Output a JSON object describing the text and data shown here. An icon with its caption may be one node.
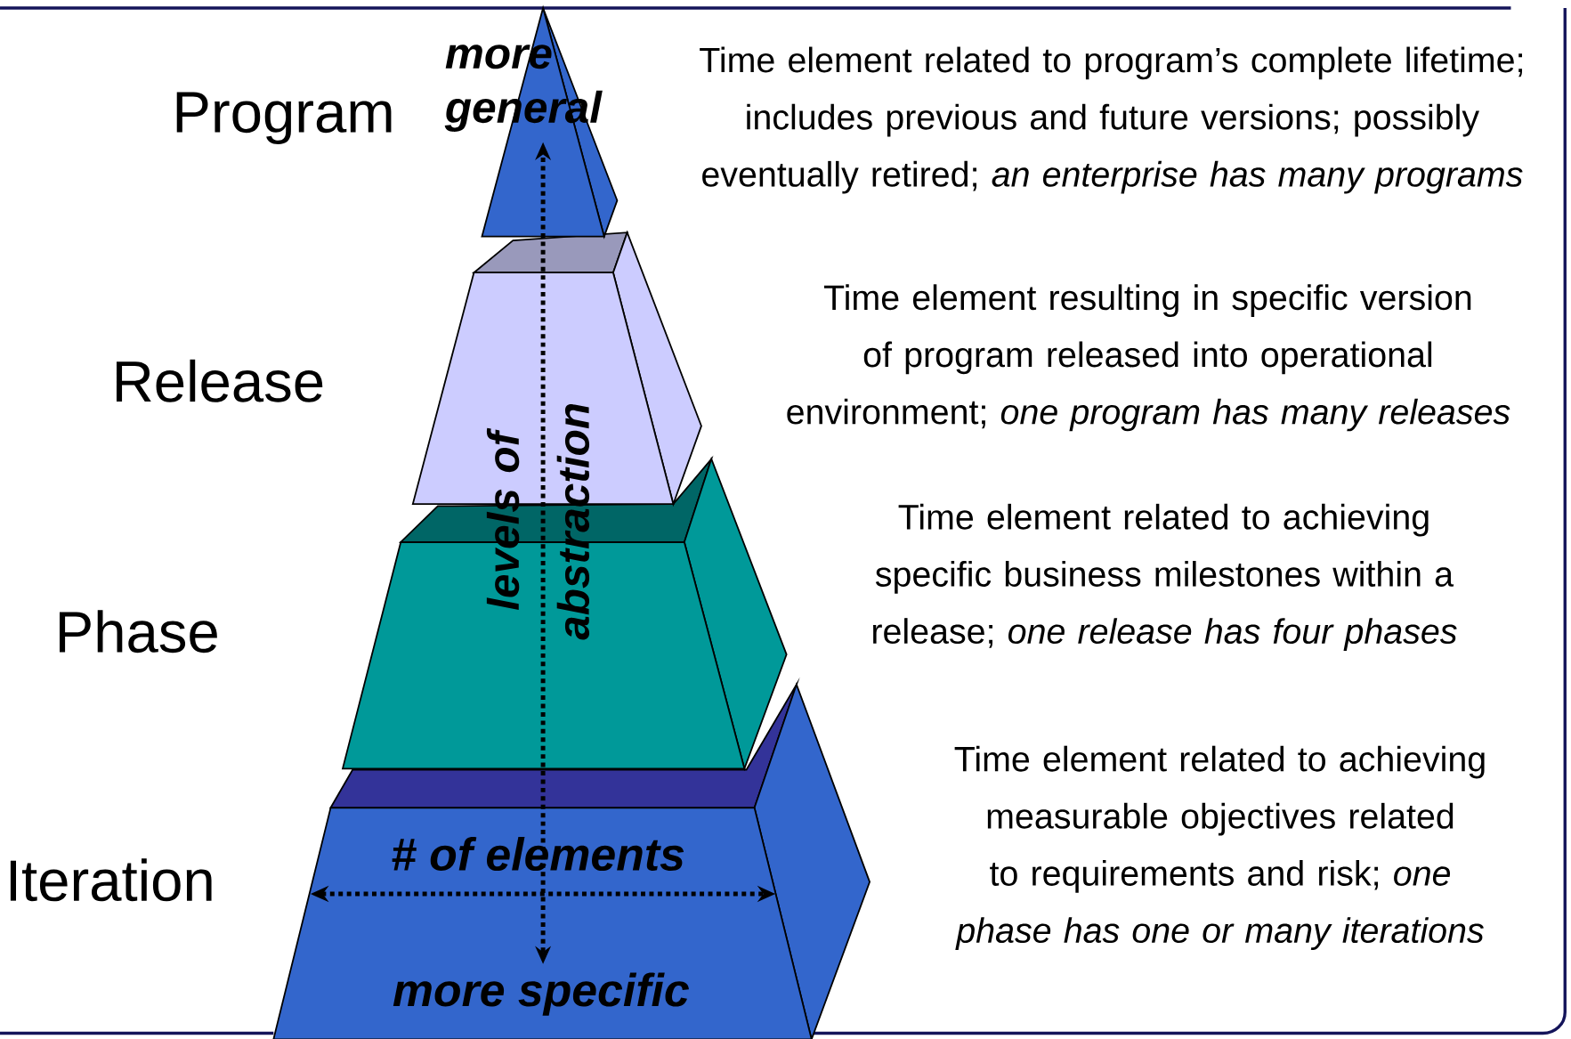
{
  "diagram": {
    "labels": [
      "Program",
      "Time element related to program’s complete lifetime; includes previous and future versions; possibly eventually retired; *an enterprise has many programs*",
      "Release",
      "Time element resulting in specific version of program released into operational environment; *one program has many releases*",
      "Phase",
      "Time element related to achieving specific business milestones within a release; *one release has four phases*",
      "Iteration",
      "Time element related to achieving measurable objectives related to requirements and risk; *one phase has one or many iterations*",
      "more general",
      "levels of abstraction",
      "# of elements",
      "more specific"
    ]
  }
}
